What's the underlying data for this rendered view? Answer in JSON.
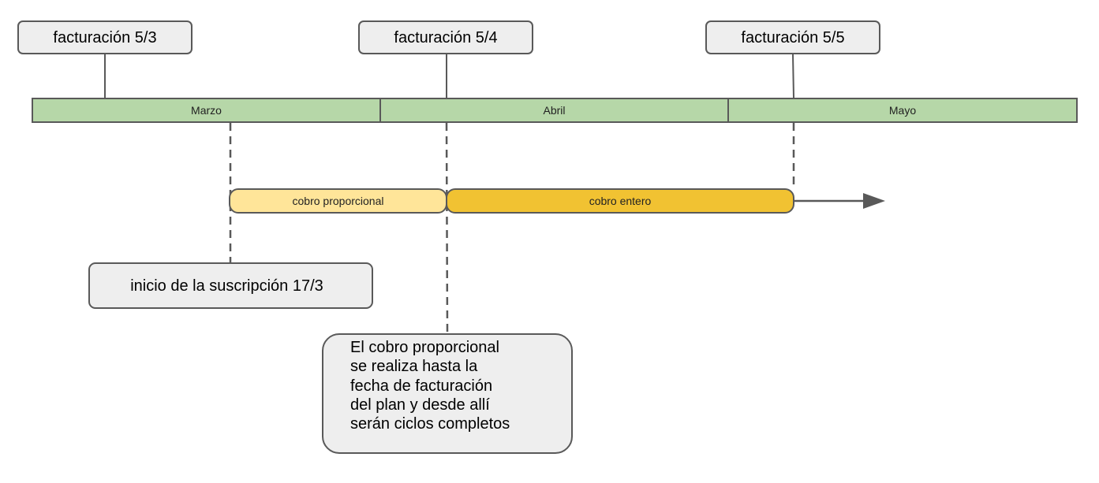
{
  "billing_labels": [
    "facturación 5/3",
    "facturación 5/4",
    "facturación 5/5"
  ],
  "months": [
    "Marzo",
    "Abril",
    "Mayo"
  ],
  "charges": {
    "partial": "cobro proporcional",
    "full": "cobro entero"
  },
  "subscription_start": "inicio de la suscripción 17/3",
  "note_lines": [
    "El cobro proporcional",
    "se realiza hasta la",
    "fecha de facturación",
    "del plan y desde allí",
    "serán ciclos completos"
  ],
  "colors": {
    "month_fill": "#b6d7a8",
    "partial_fill": "#ffe599",
    "full_fill": "#f1c232",
    "callout_fill": "#eeeeee",
    "stroke": "#595959"
  }
}
